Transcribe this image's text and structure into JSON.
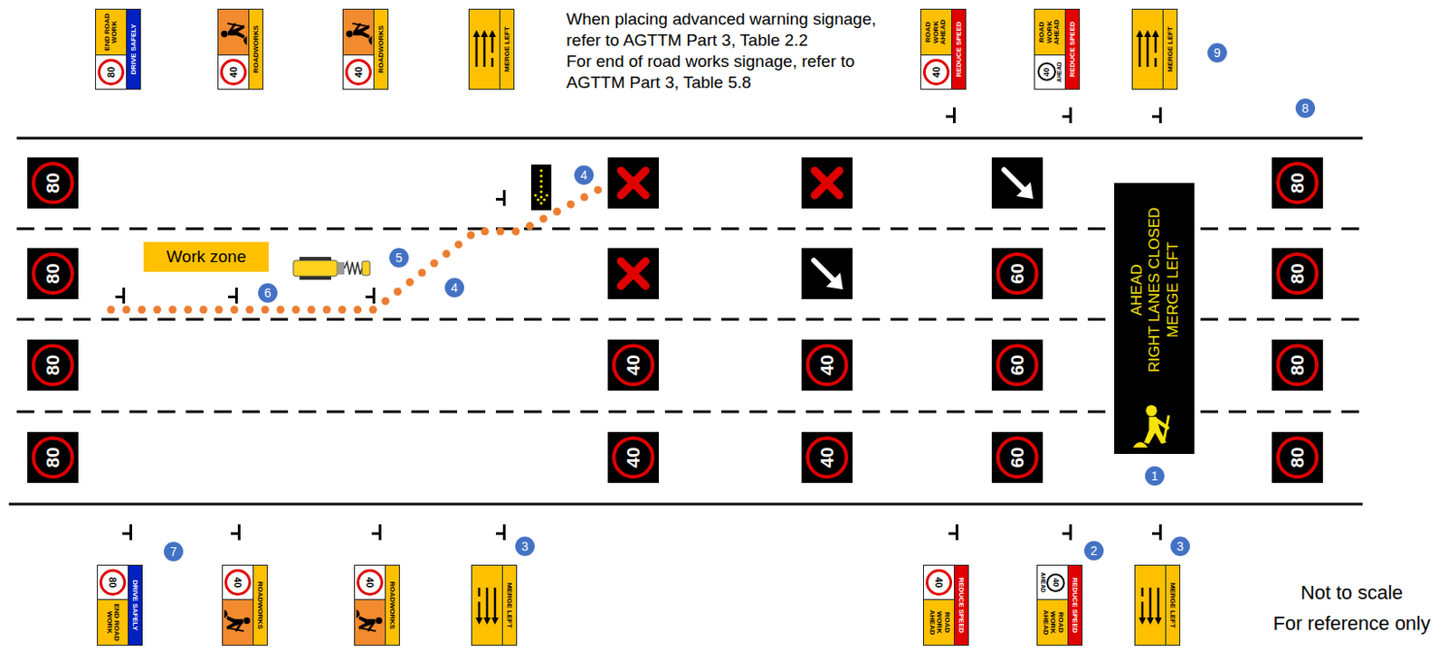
{
  "diagram": {
    "nodes": [
      {
        "text": [
          "END ROAD WORK",
          "80",
          "DRIVE SAFELY"
        ]
      },
      {
        "text": [
          "40",
          "ROADWORKS"
        ]
      },
      {
        "text": [
          "40",
          "ROADWORKS"
        ]
      },
      {
        "text": [
          "MERGE LEFT"
        ]
      },
      {
        "text": [
          "ROAD WORK AHEAD",
          "40",
          "REDUCE SPEED"
        ]
      },
      {
        "text": [
          "ROAD WORK AHEAD",
          "40",
          "AHEAD",
          "REDUCE SPEED"
        ]
      },
      {
        "text": [
          "MERGE LEFT"
        ]
      },
      {
        "text": [
          "80"
        ]
      },
      {
        "text": [
          "80"
        ]
      },
      {
        "text": [
          "80"
        ]
      },
      {
        "text": [
          "80"
        ]
      },
      {
        "text": [
          "40"
        ]
      },
      {
        "text": [
          "40"
        ]
      },
      {
        "text": [
          "40"
        ]
      },
      {
        "text": [
          "40"
        ]
      },
      {
        "text": [
          "60"
        ]
      },
      {
        "text": [
          "60"
        ]
      },
      {
        "text": [
          "60"
        ]
      },
      {
        "text": [
          "80"
        ]
      },
      {
        "text": [
          "80"
        ]
      },
      {
        "text": [
          "80"
        ]
      },
      {
        "text": [
          "80"
        ]
      },
      {
        "text": [
          "Work zone"
        ]
      },
      {
        "text": [
          "AHEAD",
          "RIGHT LANES CLOSED",
          "MERGE LEFT"
        ]
      },
      {
        "text": [
          "END ROAD WORK",
          "80",
          "DRIVE SAFELY"
        ]
      },
      {
        "text": [
          "40",
          "ROADWORKS"
        ]
      },
      {
        "text": [
          "40",
          "ROADWORKS"
        ]
      },
      {
        "text": [
          "MERGE LEFT"
        ]
      },
      {
        "text": [
          "ROAD WORK AHEAD",
          "40",
          "REDUCE SPEED"
        ]
      },
      {
        "text": [
          "ROAD WORK AHEAD",
          "40",
          "AHEAD",
          "REDUCE SPEED"
        ]
      },
      {
        "text": [
          "MERGE LEFT"
        ]
      }
    ],
    "labels": [
      "When placing advanced warning signage,",
      "refer to AGTTM Part 3, Table 2.2",
      "For end of road works signage, refer to",
      "AGTTM Part 3, Table 5.8",
      "9",
      "8",
      "4",
      "5",
      "4",
      "6",
      "1",
      "7",
      "3",
      "3",
      "2",
      "Not to scale",
      "For reference only"
    ]
  }
}
